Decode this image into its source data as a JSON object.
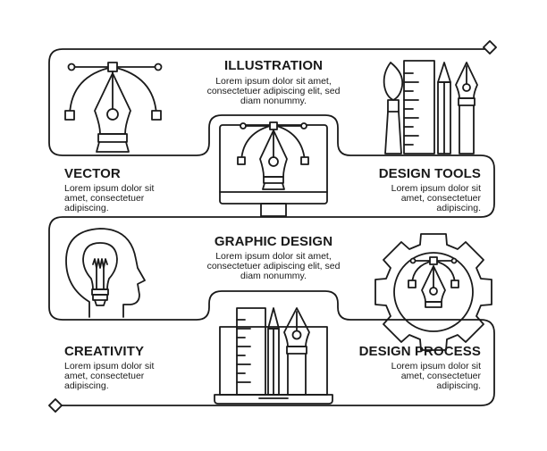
{
  "sections": {
    "illustration": {
      "title": "ILLUSTRATION",
      "body": [
        "Lorem ipsum dolor sit amet,",
        "consectetuer adipiscing elit, sed",
        "diam nonummy."
      ]
    },
    "vector": {
      "title": "VECTOR",
      "body": [
        "Lorem ipsum dolor sit",
        "amet, consectetuer",
        "adipiscing."
      ]
    },
    "design_tools": {
      "title": "DESIGN TOOLS",
      "body": [
        "Lorem ipsum dolor sit",
        "amet, consectetuer",
        "adipiscing."
      ]
    },
    "graphic_design": {
      "title": "GRAPHIC DESIGN",
      "body": [
        "Lorem ipsum dolor sit amet,",
        "consectetuer adipiscing elit, sed",
        "diam nonummy."
      ]
    },
    "creativity": {
      "title": "CREATIVITY",
      "body": [
        "Lorem ipsum dolor sit",
        "amet, consectetuer",
        "adipiscing."
      ]
    },
    "design_process": {
      "title": "DESIGN PROCESS",
      "body": [
        "Lorem ipsum dolor sit",
        "amet, consectetuer",
        "adipiscing."
      ]
    }
  },
  "icons": [
    "pen-tool-bezier-icon",
    "monitor-pen-tool-icon",
    "design-tools-icon",
    "lightbulb-head-icon",
    "gear-pen-tool-icon",
    "laptop-tools-icon"
  ],
  "colors": {
    "line": "#1a1a1a",
    "background": "#ffffff"
  }
}
